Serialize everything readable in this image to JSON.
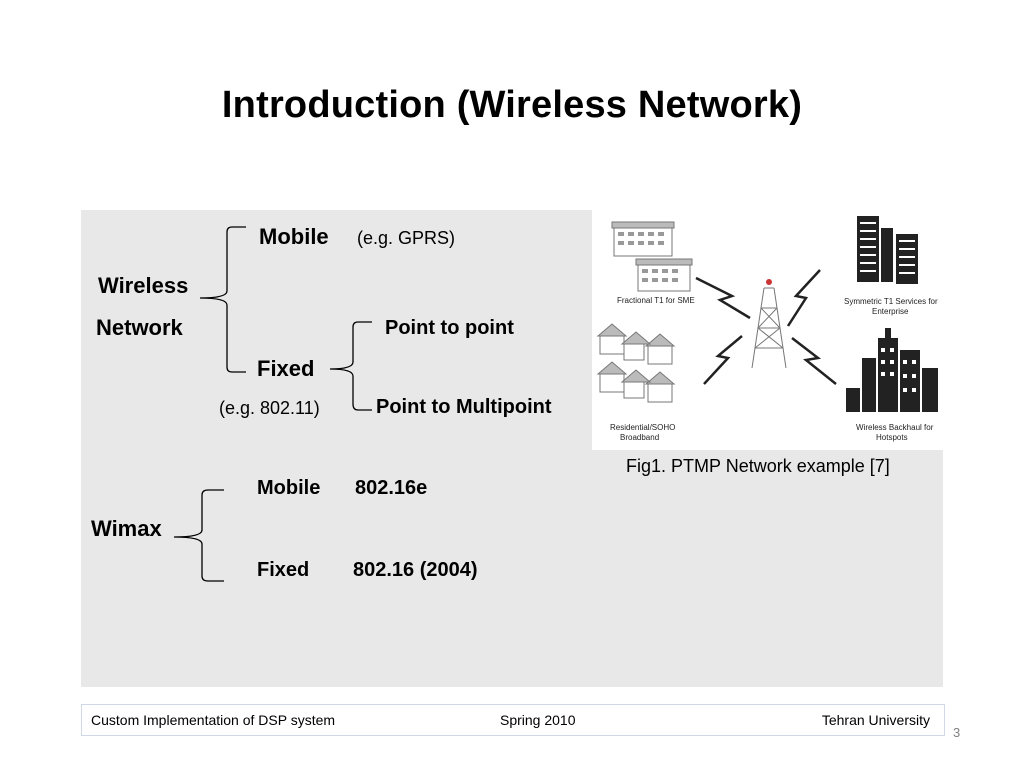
{
  "slide": {
    "title": "Introduction (Wireless Network)",
    "wireless": {
      "line1": "Wireless",
      "line2": "Network",
      "mobile_label": "Mobile",
      "mobile_example": "(e.g. GPRS)",
      "fixed_label": "Fixed",
      "fixed_example": "(e.g.  802.11)",
      "point_to_point": "Point to point",
      "point_to_multipoint": "Point to Multipoint"
    },
    "wimax": {
      "label": "Wimax",
      "mobile_label": "Mobile",
      "mobile_standard": "802.16e",
      "fixed_label": "Fixed",
      "fixed_standard": "802.16 (2004)"
    },
    "figure": {
      "label_sme": "Fractional T1 for SME",
      "label_enterprise_1": "Symmetric T1 Services for",
      "label_enterprise_2": "Enterprise",
      "label_residential_1": "Residential/SOHO",
      "label_residential_2": "Broadband",
      "label_backhaul_1": "Wireless Backhaul for",
      "label_backhaul_2": "Hotspots",
      "caption": "Fig1. PTMP Network example [7]"
    },
    "footer": {
      "left": "Custom Implementation of DSP system",
      "center": "Spring 2010",
      "right": "Tehran University"
    },
    "page_number": "3"
  }
}
